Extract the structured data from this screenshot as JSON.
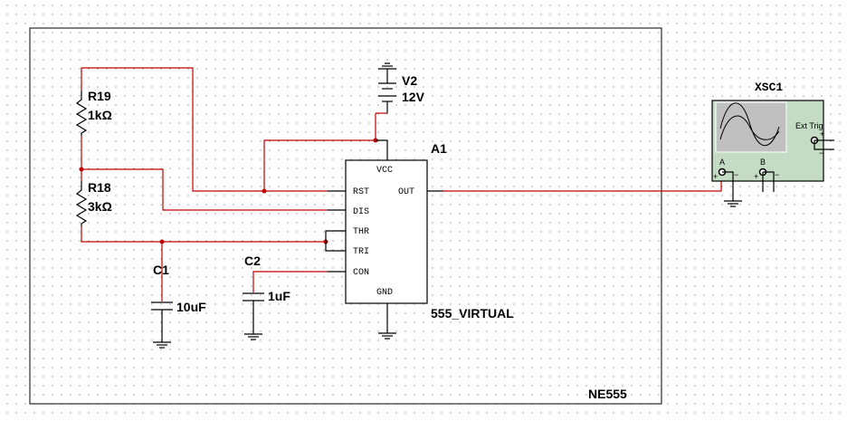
{
  "frame_title": "NE555",
  "colors": {
    "wire": "#c00000",
    "scope_body": "#c4dcc4",
    "scope_screen": "#c0c0c0"
  },
  "components": {
    "r19": {
      "ref": "R19",
      "value": "1kΩ"
    },
    "r18": {
      "ref": "R18",
      "value": "3kΩ"
    },
    "c1": {
      "ref": "C1",
      "value": "10uF"
    },
    "c2": {
      "ref": "C2",
      "value": "1uF"
    },
    "v2": {
      "ref": "V2",
      "value": "12V"
    },
    "a1": {
      "ref": "A1",
      "model": "555_VIRTUAL",
      "pins": {
        "vcc": "VCC",
        "rst": "RST",
        "out": "OUT",
        "dis": "DIS",
        "thr": "THR",
        "tri": "TRI",
        "con": "CON",
        "gnd": "GND"
      }
    },
    "xsc1": {
      "ref": "XSC1",
      "ch_a": "A",
      "ch_b": "B",
      "ext_trig": "Ext Trig",
      "plus": "+",
      "minus": "−"
    }
  }
}
